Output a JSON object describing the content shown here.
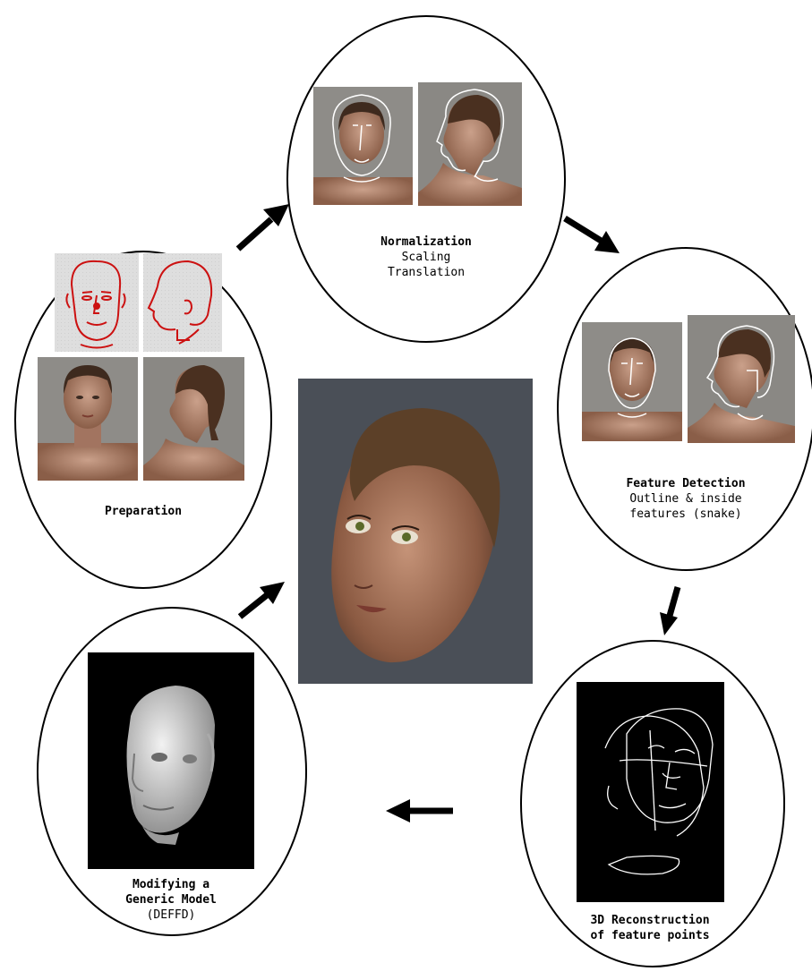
{
  "stages": {
    "preparation": {
      "title": "Preparation"
    },
    "normalization": {
      "title": "Normalization",
      "lines": [
        "Scaling",
        "Translation"
      ]
    },
    "feature_detection": {
      "title": "Feature Detection",
      "lines": [
        "Outline & inside",
        "features (snake)"
      ]
    },
    "reconstruction": {
      "title_lines": [
        "3D Reconstruction",
        "of feature points"
      ]
    },
    "modifying": {
      "title_lines": [
        "Modifying a",
        "Generic Model"
      ],
      "sub": "(DEFFD)"
    }
  },
  "colors": {
    "ellipse_stroke": "#000000",
    "arrow": "#000000",
    "sketch_red": "#cc1111",
    "sketch_bg": "#dcdcdc",
    "photo_bg": "#8a8a88",
    "skin": "#b88a72",
    "hair": "#4a3222",
    "feature_line": "#ffffff",
    "center_bg": "#4a4f57",
    "black_panel": "#000000",
    "mesh_gray": "#d4d4d4"
  },
  "icons": [
    "arrow-up-right-icon",
    "arrow-down-right-icon",
    "arrow-down-icon",
    "arrow-left-icon"
  ]
}
